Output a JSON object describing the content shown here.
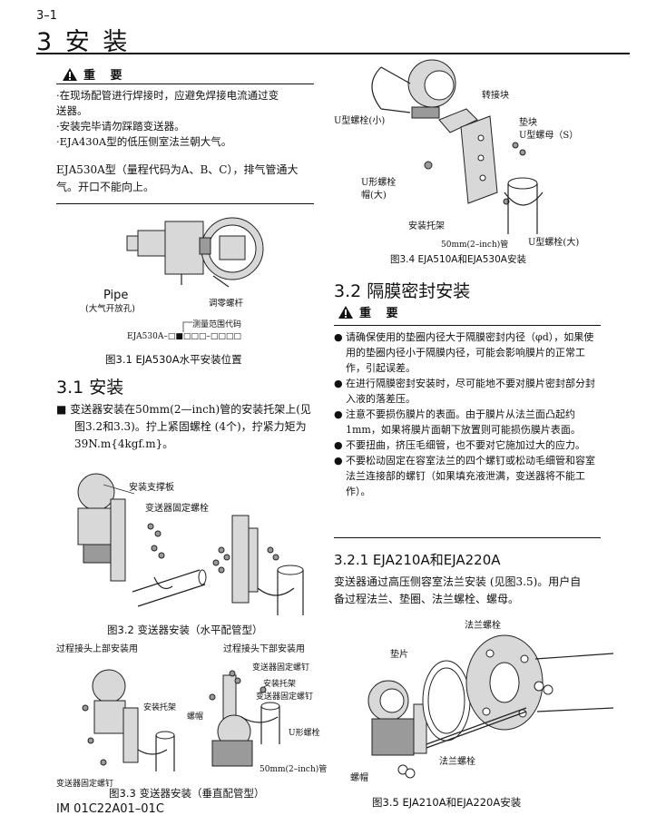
{
  "header": {
    "page_number": "3–1",
    "chapter_title": "3 安 装"
  },
  "important": {
    "label": "重 要",
    "items": [
      "·在现场配管进行焊接时，应避免焊接电流通过变",
      "送器。",
      "·安装完毕请勿踩踏变送器。",
      "·EJA430A型的低压侧室法兰朝大气。"
    ],
    "note_line1": "EJA530A型（量程代码为A、B、C），排气管通大",
    "note_line2": "气。开口不能向上。"
  },
  "fig31": {
    "pipe": "Pipe",
    "pipe_note": "(大气开放孔)",
    "zero_screw": "调零螺杆",
    "range_code": "测量范围代码",
    "model": "EJA530A–□■□□□–□□□□",
    "caption": "图3.1  EJA530A水平安装位置"
  },
  "sec31": {
    "title": "3.1  安装",
    "para_line1": "■ 变送器安装在50mm(2—inch)管的安装托架上(见",
    "para_line2": "图3.2和3.3)。拧上紧固螺栓 (4个)，拧紧力矩为",
    "para_line3": "39N.m{4kgf.m}。"
  },
  "fig32": {
    "support_plate": "安装支撑板",
    "fix_bolt": "变送器固定螺栓",
    "caption": "图3.2    变送器安装（水平配管型）"
  },
  "fig33": {
    "left_title": "过程接头上部安装用",
    "right_title": "过程接头下部安装用",
    "bracket": "安装托架",
    "fix_screw": "变送器固定螺钉",
    "fix_screw2": "变送器固定螺钉",
    "bracket2": "安装托架",
    "nut": "螺帽",
    "ubolt": "U形螺栓",
    "pipe": "50mm(2–inch)管",
    "fix_screw_bottom": "变送器固定螺钉",
    "caption": "图3.3   变送器安装（垂直配管型）"
  },
  "fig34": {
    "adapter": "转接块",
    "ubolt_small": "U型螺栓(小)",
    "washer": "垫块",
    "unut_s": "U型螺母（S）",
    "ucap_large_1": "U形螺栓",
    "ucap_large_2": "帽(大)",
    "bracket": "安装托架",
    "pipe": "50mm(2–inch)管",
    "ubolt_large": "U型螺栓(大)",
    "caption": "图3.4   EJA510A和EJA530A安装"
  },
  "sec32": {
    "title": "3.2  隔膜密封安装",
    "important_label": "重 要",
    "items": [
      "请确保使用的垫圈内径大于隔膜密封内径（φd），如果使用的垫圈内径小于隔膜内径，可能会影响膜片的正常工作，引起误差。",
      "在进行隔膜密封安装时，尽可能地不要对膜片密封部分封入液的落差压。",
      "注意不要损伤膜片的表面。由于膜片从法兰面凸起约1mm，如果将膜片面朝下放置则可能损伤膜片表面。",
      "不要扭曲，挤压毛细管，也不要对它施加过大的应力。",
      "不要松动固定在容室法兰的四个螺钉或松动毛细管和容室法兰连接部的螺钉（如果填充液泄满，变送器将不能工作）。"
    ]
  },
  "sec321": {
    "title": "3.2.1  EJA210A和EJA220A",
    "para_line1": "变送器通过高压侧容室法兰安装 (见图3.5)。用户自",
    "para_line2": "备过程法兰、垫圈、法兰螺栓、螺母。"
  },
  "fig35": {
    "flange_bolt_top": "法兰螺栓",
    "gasket": "垫片",
    "flange_bolt_bottom": "法兰螺栓",
    "nut": "螺帽",
    "caption": "图3.5    EJA210A和EJA220A安装"
  },
  "footer": {
    "doc_number": "IM 01C22A01–01C"
  }
}
